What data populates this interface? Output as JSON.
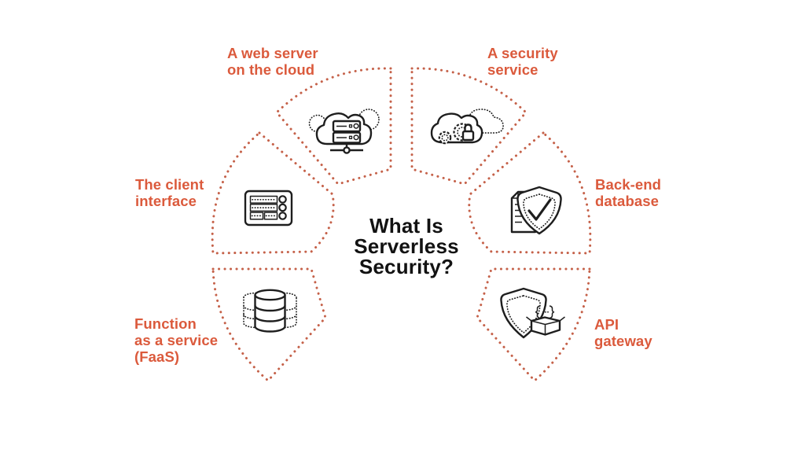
{
  "title": {
    "text": "What Is\nServerless\nSecurity?"
  },
  "colors": {
    "accent": "#DB5A3C",
    "dotted_outline": "#C2593F",
    "title_ink": "#121212",
    "icon_stroke": "#1E1E1E",
    "background": "#FFFFFF"
  },
  "segments": [
    {
      "id": "web-server-on-cloud",
      "label": "A web server\non the cloud",
      "icon": "cloud-server-icon"
    },
    {
      "id": "security-service",
      "label": "A security\nservice",
      "icon": "cloud-security-icon"
    },
    {
      "id": "client-interface",
      "label": "The client\ninterface",
      "icon": "control-panel-icon"
    },
    {
      "id": "backend-database",
      "label": "Back-end\ndatabase",
      "icon": "shield-document-icon"
    },
    {
      "id": "faas",
      "label": "Function\nas a service\n(FaaS)",
      "icon": "database-icon"
    },
    {
      "id": "api-gateway",
      "label": "API\ngateway",
      "icon": "shield-package-icon"
    }
  ]
}
